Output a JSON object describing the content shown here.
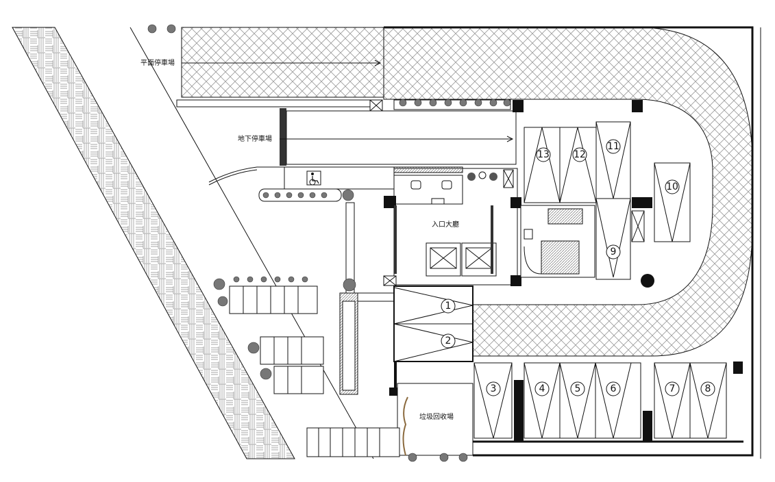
{
  "labels": {
    "surface_parking": "平面停車場",
    "basement_parking": "地下停車場",
    "entrance_lobby": "入口大廳",
    "garbage_room": "垃圾回收場"
  },
  "parking_spaces": [
    "1",
    "2",
    "3",
    "4",
    "5",
    "6",
    "7",
    "8",
    "9",
    "10",
    "11",
    "12",
    "13"
  ],
  "colors": {
    "line": "#111111",
    "hatch": "#888888",
    "tree_foliage": "#666666",
    "fence": "#8b6a3e"
  },
  "icons": [
    "wheelchair-icon",
    "tree-icon",
    "elevator-icon",
    "stair-icon"
  ]
}
